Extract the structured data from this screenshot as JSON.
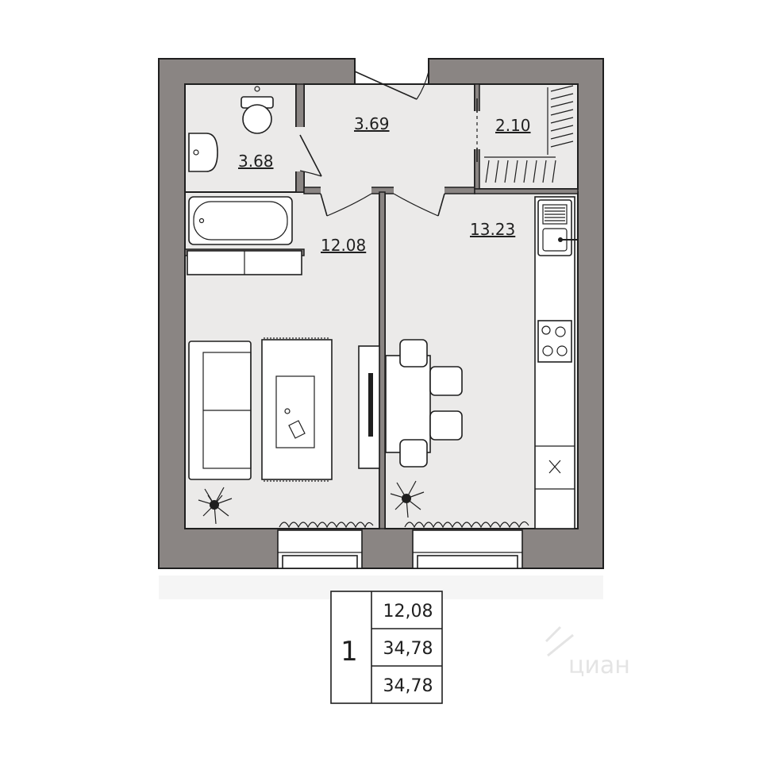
{
  "rooms": [
    {
      "id": "bathroom",
      "area": "3.68"
    },
    {
      "id": "hall",
      "area": "3.69"
    },
    {
      "id": "storage",
      "area": "2.10"
    },
    {
      "id": "living",
      "area": "12.08"
    },
    {
      "id": "kitchen",
      "area": "13.23"
    }
  ],
  "summary": {
    "rooms_count": "1",
    "living_area": "12,08",
    "total_area": "34,78",
    "total_area_2": "34,78"
  },
  "watermark": {
    "text": "циан"
  },
  "colors": {
    "wall": "#8a8583",
    "floor": "#ebeae9",
    "line": "#1f1f1f",
    "watermark": "#e4e4e4"
  }
}
